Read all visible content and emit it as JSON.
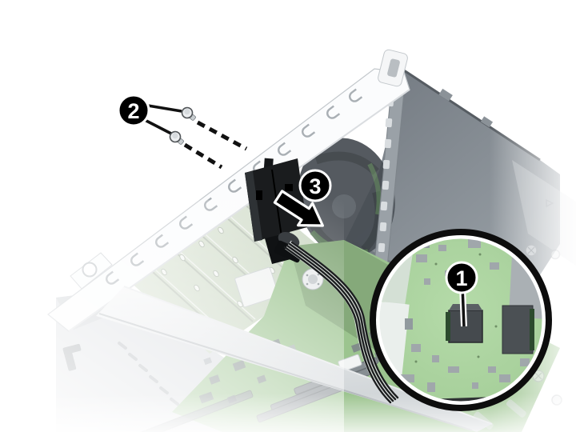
{
  "figure": {
    "background_color": "#ffffff",
    "callouts": [
      {
        "label": "1"
      },
      {
        "label": "2"
      },
      {
        "label": "3"
      }
    ],
    "badge_style": {
      "fill": "#000000",
      "text_color": "#ffffff",
      "ring_color": "#ffffff"
    },
    "colors": {
      "chassis_metal": "#f2f4f5",
      "interior_panel": "#7c848b",
      "motherboard_green": "#9cc48f",
      "lens_board_green": "#a9d19d",
      "component_dark": "#1a1c1e",
      "line_black": "#111111"
    }
  }
}
